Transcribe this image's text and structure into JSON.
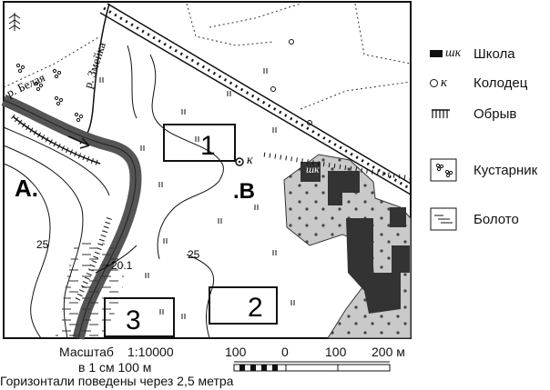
{
  "map": {
    "point_a": "А.",
    "point_b": ".В",
    "box_labels": [
      "1",
      "2",
      "3"
    ],
    "river_belaya": "р. Белая",
    "river_zmeyka": "р. Змейка",
    "contour_labels": [
      "25",
      "25"
    ],
    "elevation_mark": "20.1",
    "school_map_label": "шк",
    "well_map_label": "к"
  },
  "legend": {
    "items": [
      {
        "symbol": "шк",
        "label": "Школа",
        "icon": "school-icon"
      },
      {
        "symbol": "к",
        "label": "Колодец",
        "icon": "well-icon"
      },
      {
        "symbol": "",
        "label": "Обрыв",
        "icon": "cliff-icon"
      },
      {
        "symbol": "",
        "label": "Кустарник",
        "icon": "shrub-icon"
      },
      {
        "symbol": "",
        "label": "Болото",
        "icon": "swamp-icon"
      }
    ]
  },
  "scale": {
    "title": "Масштаб",
    "ratio": "1:10000",
    "per_cm": "в 1 см  100 м",
    "contour_note": "Горизонтали поведены через 2,5 метра",
    "ticks": [
      "100",
      "0",
      "100",
      "200 м"
    ]
  }
}
